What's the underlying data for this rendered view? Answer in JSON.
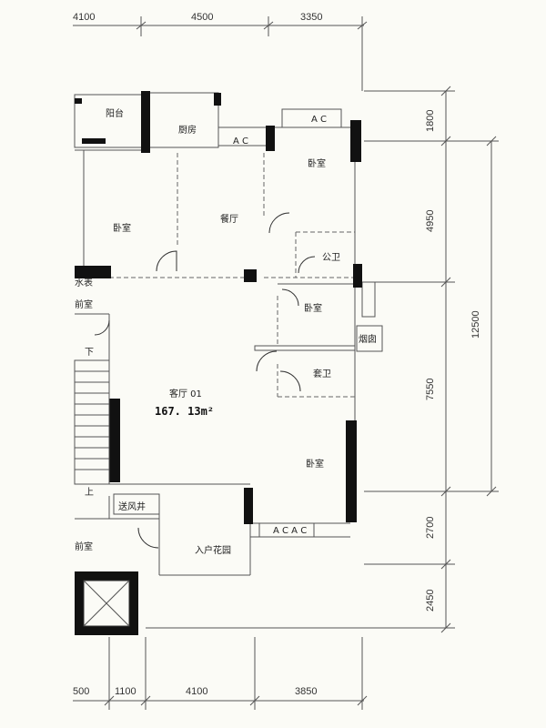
{
  "dimensions": {
    "top": [
      "4100",
      "4500",
      "3350"
    ],
    "bottom": [
      "500",
      "1100",
      "4100",
      "3850"
    ],
    "right_inner": [
      "1800",
      "4950",
      "7550",
      "2700",
      "2450"
    ],
    "right_outer": [
      "12500"
    ]
  },
  "rooms": {
    "balcony": "阳台",
    "kitchen": "厨房",
    "dining": "餐厅",
    "bedroom_top_left": "卧室",
    "bedroom_top_right": "卧室",
    "public_bath": "公卫",
    "bedroom_middle": "卧室",
    "ensuite_bath": "套卫",
    "flue": "烟囱",
    "living": "客厅 01",
    "bedroom_bottom_right": "卧室",
    "air_shaft": "送风井",
    "entry_garden": "入户花园",
    "anteroom_lower": "前室",
    "anteroom_upper": "前室",
    "water_meter": "水表",
    "stair_down": "下",
    "stair_up": "上"
  },
  "area": "167. 13m²",
  "ac_labels": [
    "A C",
    "A C",
    "A C A C"
  ]
}
